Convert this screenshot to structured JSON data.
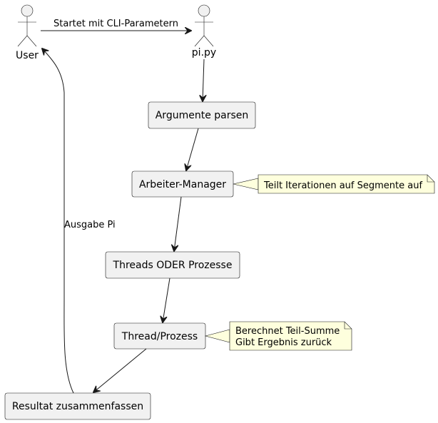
{
  "diagram": {
    "actors": {
      "user": "User",
      "pipy": "pi.py"
    },
    "boxes": {
      "parse": "Argumente parsen",
      "manager": "Arbeiter-Manager",
      "threads": "Threads ODER Prozesse",
      "worker": "Thread/Prozess",
      "result": "Resultat zusammenfassen"
    },
    "notes": {
      "manager_note": "Teilt Iterationen auf Segmente auf",
      "worker_note_line1": "Berechnet Teil-Summe",
      "worker_note_line2": "Gibt Ergebnis zurück"
    },
    "edges": {
      "user_to_pipy": "Startet mit CLI-Parametern",
      "result_to_user": "Ausgabe Pi"
    },
    "colors": {
      "box_fill": "#f1f1f1",
      "note_fill": "#feffdd",
      "stroke": "#181818"
    }
  }
}
